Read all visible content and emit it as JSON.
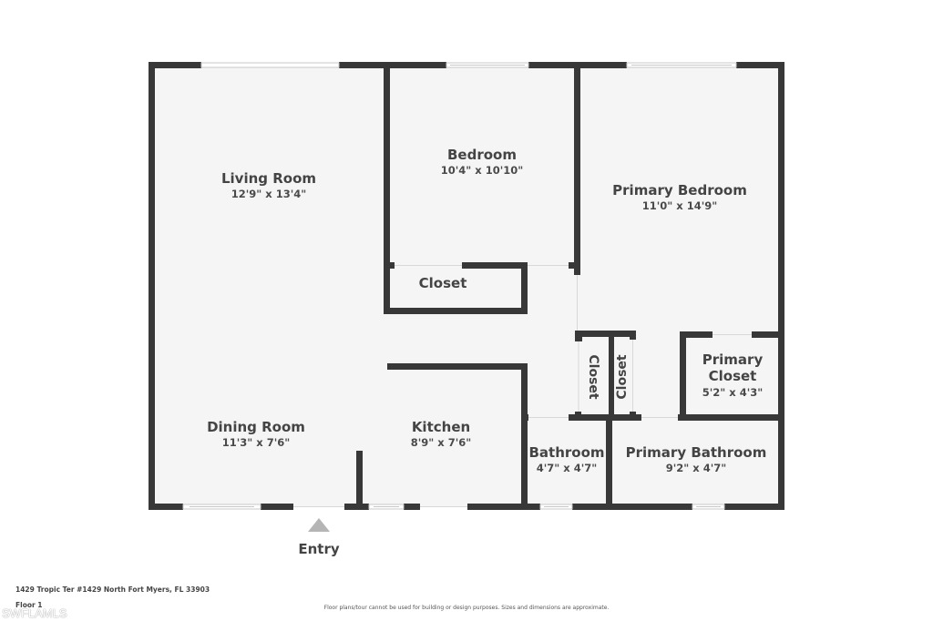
{
  "colors": {
    "wall": "#383838",
    "floor": "#f5f5f5",
    "window": "#ffffff",
    "entry_arrow": "#b5b5b5"
  },
  "rooms": {
    "living_room": {
      "name": "Living Room",
      "dim": "12'9\" x 13'4\""
    },
    "bedroom": {
      "name": "Bedroom",
      "dim": "10'4\" x 10'10\""
    },
    "primary_bedroom": {
      "name": "Primary Bedroom",
      "dim": "11'0\" x 14'9\""
    },
    "closet_bedroom": {
      "name": "Closet"
    },
    "closet_hall_1": {
      "name": "Closet"
    },
    "closet_hall_2": {
      "name": "Closet"
    },
    "primary_closet": {
      "name": "Primary Closet",
      "name_line1": "Primary",
      "name_line2": "Closet",
      "dim": "5'2\" x 4'3\""
    },
    "dining_room": {
      "name": "Dining Room",
      "dim": "11'3\" x 7'6\""
    },
    "kitchen": {
      "name": "Kitchen",
      "dim": "8'9\" x 7'6\""
    },
    "bathroom": {
      "name": "Bathroom",
      "dim": "4'7\" x 4'7\""
    },
    "primary_bathroom": {
      "name": "Primary Bathroom",
      "dim": "9'2\" x 4'7\""
    }
  },
  "entry": {
    "label": "Entry"
  },
  "footer": {
    "address": "1429 Tropic Ter #1429 North Fort Myers, FL 33903",
    "floor": "Floor 1",
    "disclaimer": "Floor plans/tour cannot be used for building or design purposes. Sizes and dimensions are approximate.",
    "watermark": "SWFLAMLS"
  }
}
